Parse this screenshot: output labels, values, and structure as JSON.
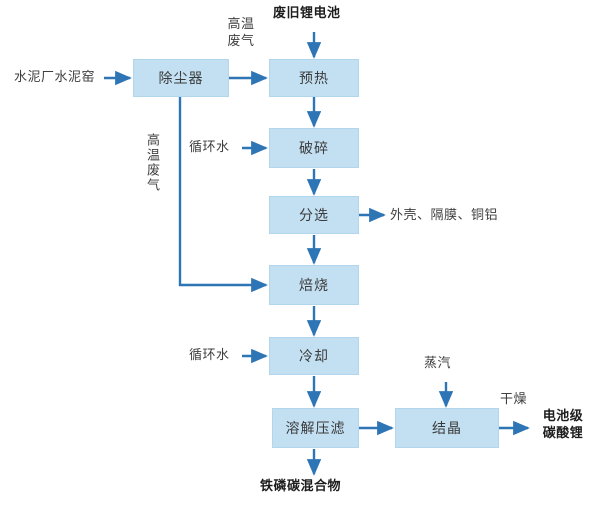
{
  "diagram": {
    "title_label": "废旧锂电池",
    "colors": {
      "node_fill": "#c3e0f2",
      "node_border": "#b2d7ec",
      "wire": "#2e75b6",
      "text": "#3a3a3a",
      "emphasis_text": "#1d1d1d"
    },
    "nodes": [
      {
        "id": "dust_collector",
        "label": "除尘器"
      },
      {
        "id": "preheat",
        "label": "预热"
      },
      {
        "id": "crush",
        "label": "破碎"
      },
      {
        "id": "sort",
        "label": "分选"
      },
      {
        "id": "roast",
        "label": "焙烧"
      },
      {
        "id": "cool",
        "label": "冷却"
      },
      {
        "id": "dissolve_press",
        "label": "溶解压滤"
      },
      {
        "id": "crystallize",
        "label": "结晶"
      }
    ],
    "labels": {
      "cement_kiln": "水泥厂水泥窑",
      "hot_exhaust_top": "高温废气",
      "hot_exhaust_top_line1": "高温",
      "hot_exhaust_top_line2": "废气",
      "waste_battery": "废旧锂电池",
      "circulating_water_1": "循环水",
      "circulating_water_2": "循环水",
      "hot_exhaust_vertical": "高温废气",
      "sorted_outputs": "外壳、隔膜、铜铝",
      "steam": "蒸汽",
      "drying": "干燥",
      "battery_grade_lithium_carbonate": "电池级碳酸锂",
      "battery_grade_line1": "电池级",
      "battery_grade_line2": "碳酸锂",
      "iron_phosphorus_carbon_mixture": "铁磷碳混合物"
    }
  }
}
